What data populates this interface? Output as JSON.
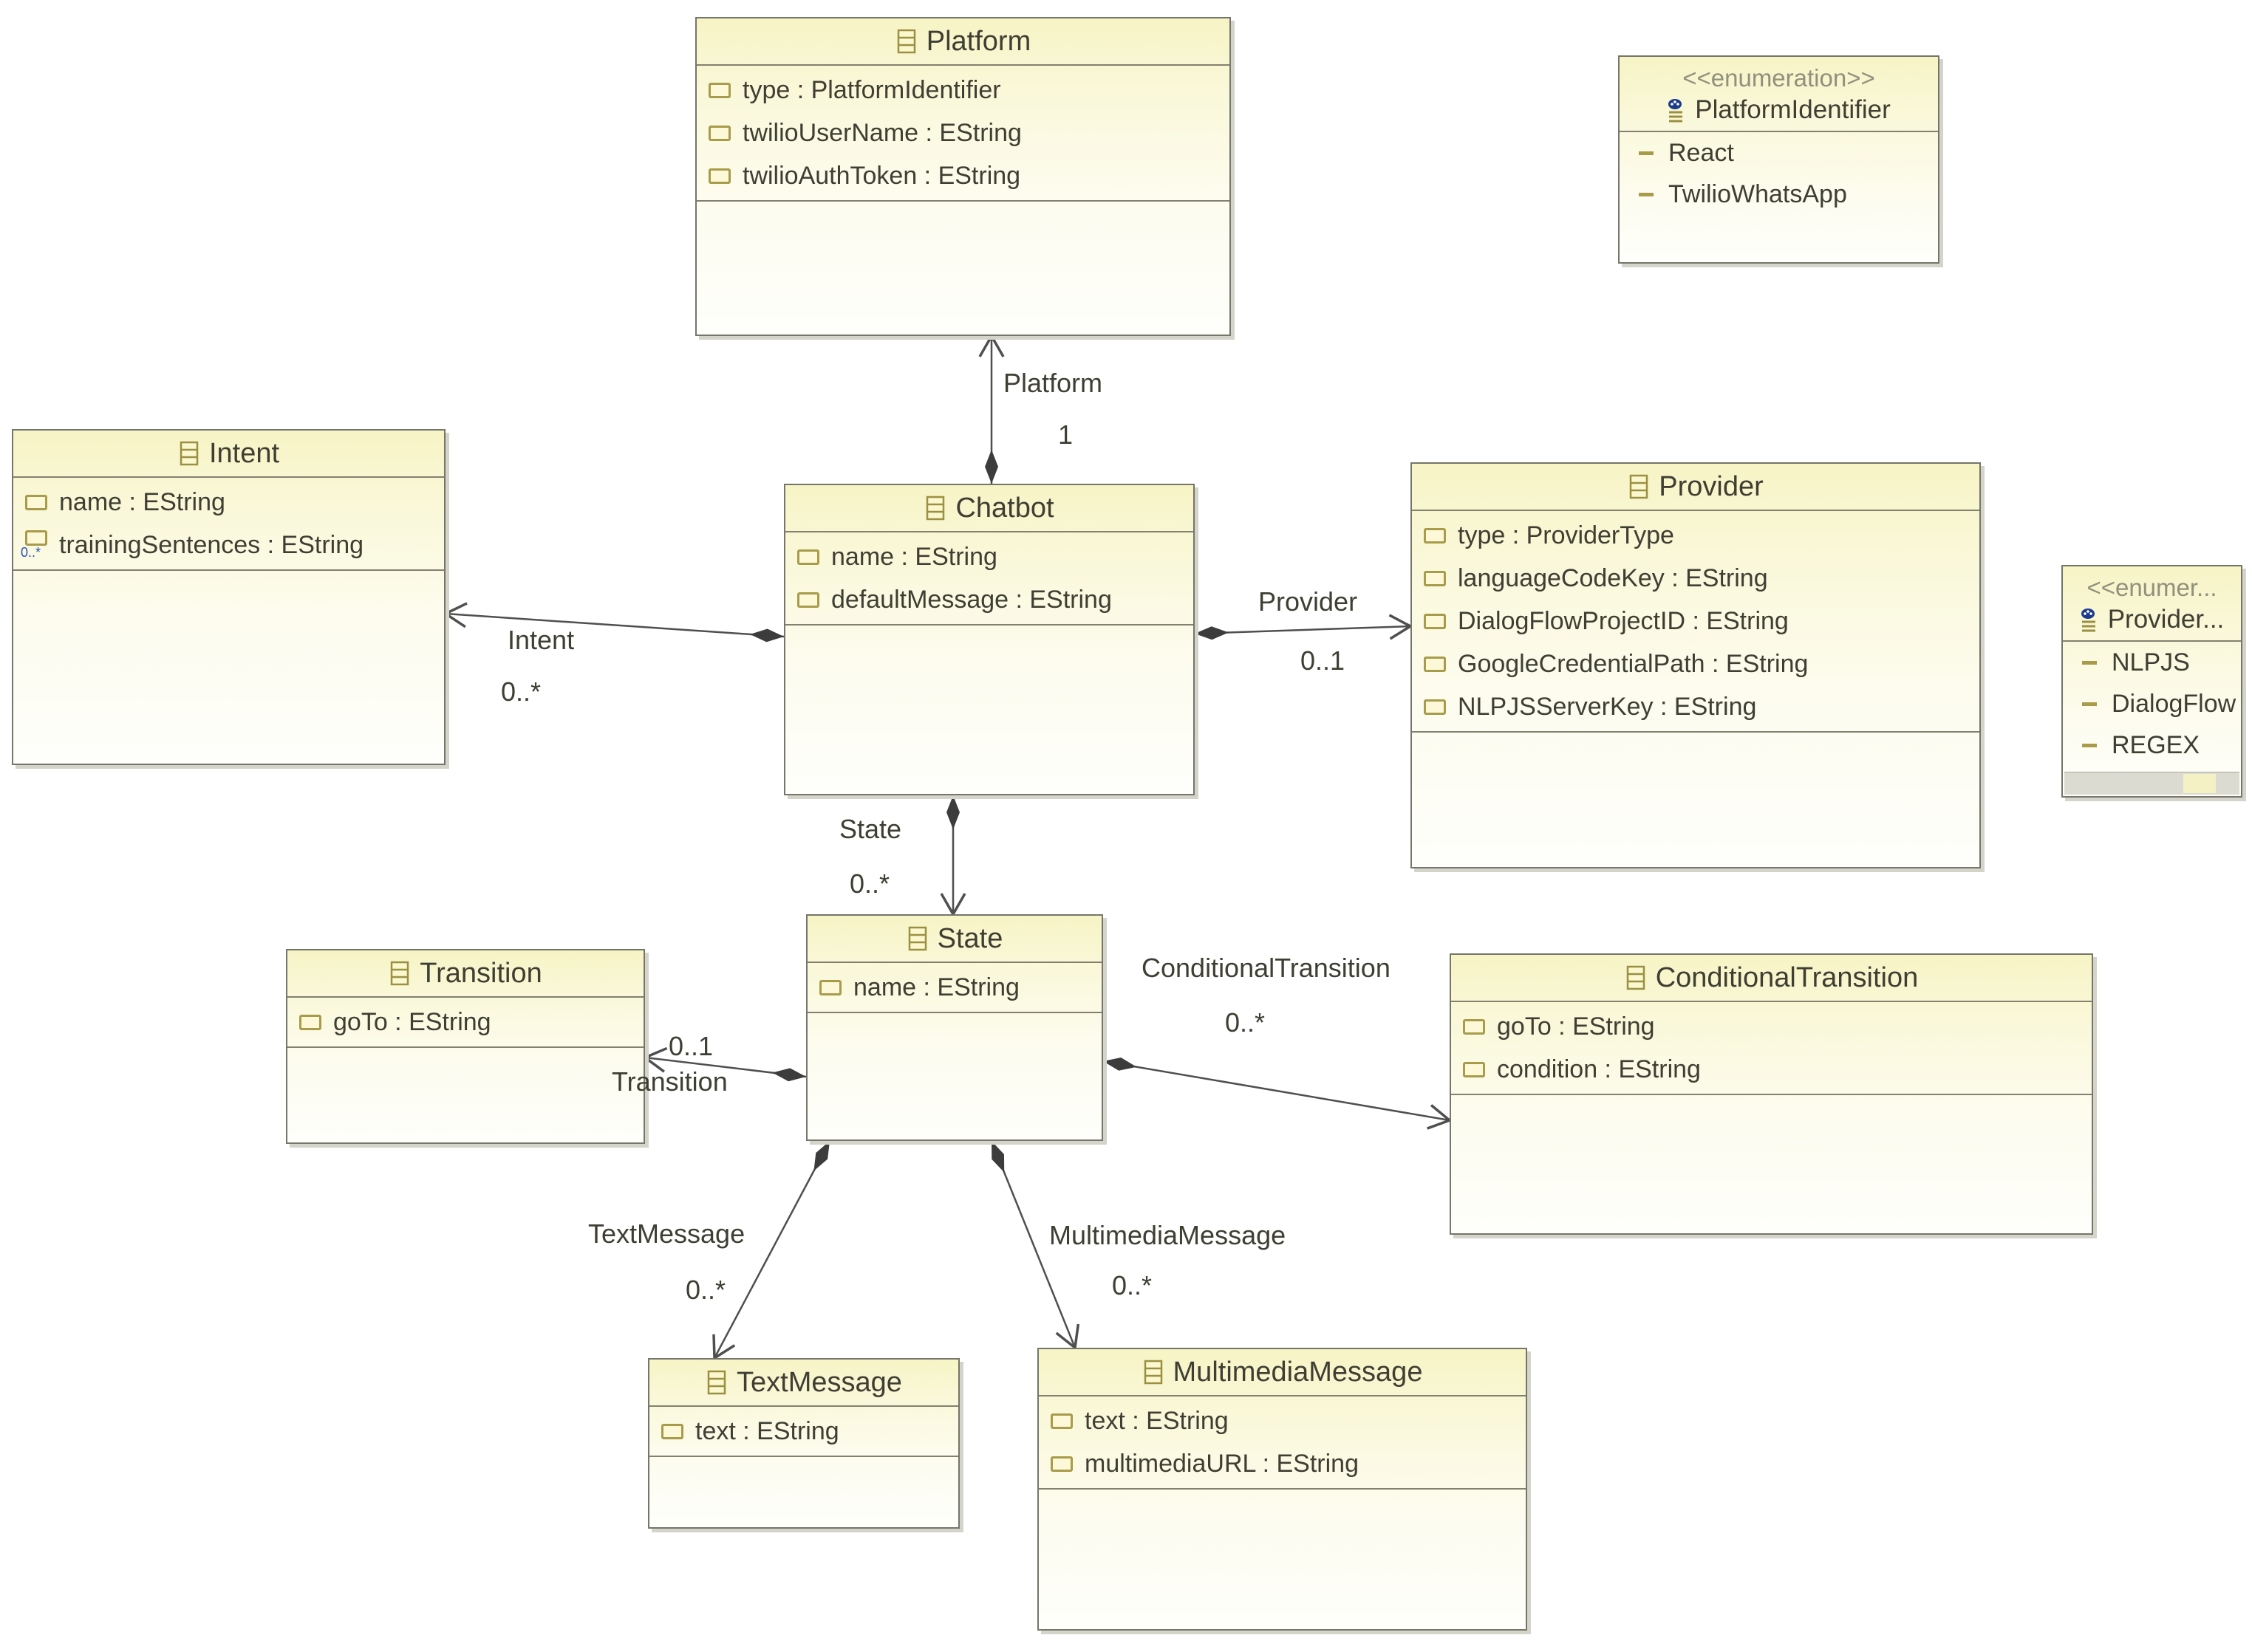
{
  "diagram": {
    "title": "Chatbot metamodel class diagram",
    "colors": {
      "box_header_fill": "#f7f4c6",
      "box_body_fill": "#fefefb",
      "box_border": "#75756a",
      "edge_stroke": "#4f4f4f",
      "text": "#3e3e33",
      "attr_icon_stroke": "#a89b4a",
      "multiplicity_badge_blue": "#2b50b8",
      "stereotype_gray": "#90907e"
    },
    "classes": [
      {
        "name": "Platform",
        "attributes": [
          "type : PlatformIdentifier",
          "twilioUserName : EString",
          "twilioAuthToken : EString"
        ]
      },
      {
        "name": "Intent",
        "attributes": [
          "name : EString",
          "trainingSentences : EString"
        ]
      },
      {
        "name": "Chatbot",
        "attributes": [
          "name : EString",
          "defaultMessage : EString"
        ]
      },
      {
        "name": "Provider",
        "attributes": [
          "type : ProviderType",
          "languageCodeKey : EString",
          "DialogFlowProjectID : EString",
          "GoogleCredentialPath : EString",
          "NLPJSServerKey : EString"
        ]
      },
      {
        "name": "Transition",
        "attributes": [
          "goTo : EString"
        ]
      },
      {
        "name": "State",
        "attributes": [
          "name : EString"
        ]
      },
      {
        "name": "ConditionalTransition",
        "attributes": [
          "goTo : EString",
          "condition : EString"
        ]
      },
      {
        "name": "TextMessage",
        "attributes": [
          "text : EString"
        ]
      },
      {
        "name": "MultimediaMessage",
        "attributes": [
          "text : EString",
          "multimediaURL : EString"
        ]
      }
    ],
    "enums": [
      {
        "stereotype": "<<enumeration>>",
        "name": "PlatformIdentifier",
        "literals": [
          "React",
          "TwilioWhatsApp"
        ]
      },
      {
        "stereotype": "<<enumer...",
        "name": "Provider...",
        "literals": [
          "NLPJS",
          "DialogFlow",
          "REGEX"
        ]
      }
    ],
    "multivalued_attr_badge": "0..*",
    "edges": {
      "platform": {
        "role": "Platform",
        "mult": "1"
      },
      "intent": {
        "role": "Intent",
        "mult": "0..*"
      },
      "provider": {
        "role": "Provider",
        "mult": "0..1"
      },
      "state": {
        "role": "State",
        "mult": "0..*"
      },
      "conditional": {
        "role": "ConditionalTransition",
        "mult": "0..*"
      },
      "transition": {
        "role": "Transition",
        "mult": "0..1"
      },
      "textmessage": {
        "role": "TextMessage",
        "mult": "0..*"
      },
      "multimedia": {
        "role": "MultimediaMessage",
        "mult": "0..*"
      }
    }
  }
}
